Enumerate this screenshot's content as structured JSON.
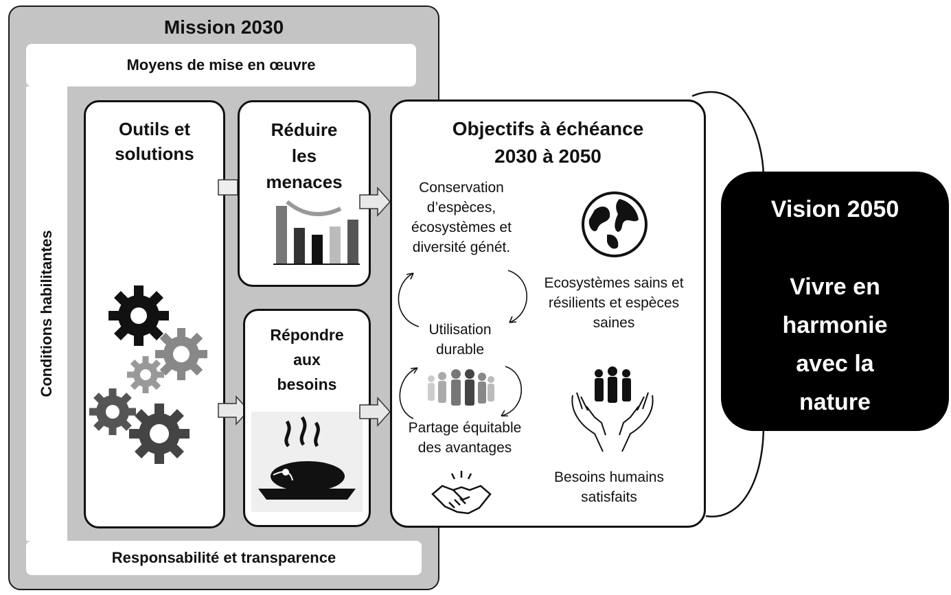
{
  "mission": {
    "title": "Mission 2030",
    "means": "Moyens de mise en œuvre",
    "enabling": "Conditions habilitantes",
    "accountability": "Responsabilité et transparence"
  },
  "tools": {
    "title": "Outils et solutions",
    "title_line1": "Outils et",
    "title_line2": "solutions"
  },
  "threats": {
    "line1": "Réduire",
    "line2": "les",
    "line3": "menaces"
  },
  "needs": {
    "line1": "Répondre",
    "line2": "aux",
    "line3": "besoins"
  },
  "goals": {
    "title_line1": "Objectifs à échéance",
    "title_line2": "2030 à 2050",
    "conservation": [
      "Conservation",
      "d’espèces,",
      "écosystèmes et",
      "diversité génét."
    ],
    "healthy": [
      "Ecosystèmes sains et",
      "résilients et espèces",
      "saines"
    ],
    "sustainable": [
      "Utilisation",
      "durable"
    ],
    "sharing": [
      "Partage équitable",
      "des avantages"
    ],
    "human": [
      "Besoins humains",
      "satisfaits"
    ]
  },
  "vision": {
    "title": "Vision 2050",
    "line1": "Vivre en",
    "line2": "harmonie",
    "line3": "avec la",
    "line4": "nature"
  },
  "icons": [
    "gear-icon",
    "bar-chart-icon",
    "steaming-fish-icon",
    "globe-icon",
    "people-icon",
    "hands-people-icon",
    "handshake-icon",
    "cycle-arrows-icon",
    "arrow-right-icon"
  ],
  "colors": {
    "frame": "#c4c4c4",
    "vision_bg": "#000000",
    "card_border": "#111111"
  }
}
